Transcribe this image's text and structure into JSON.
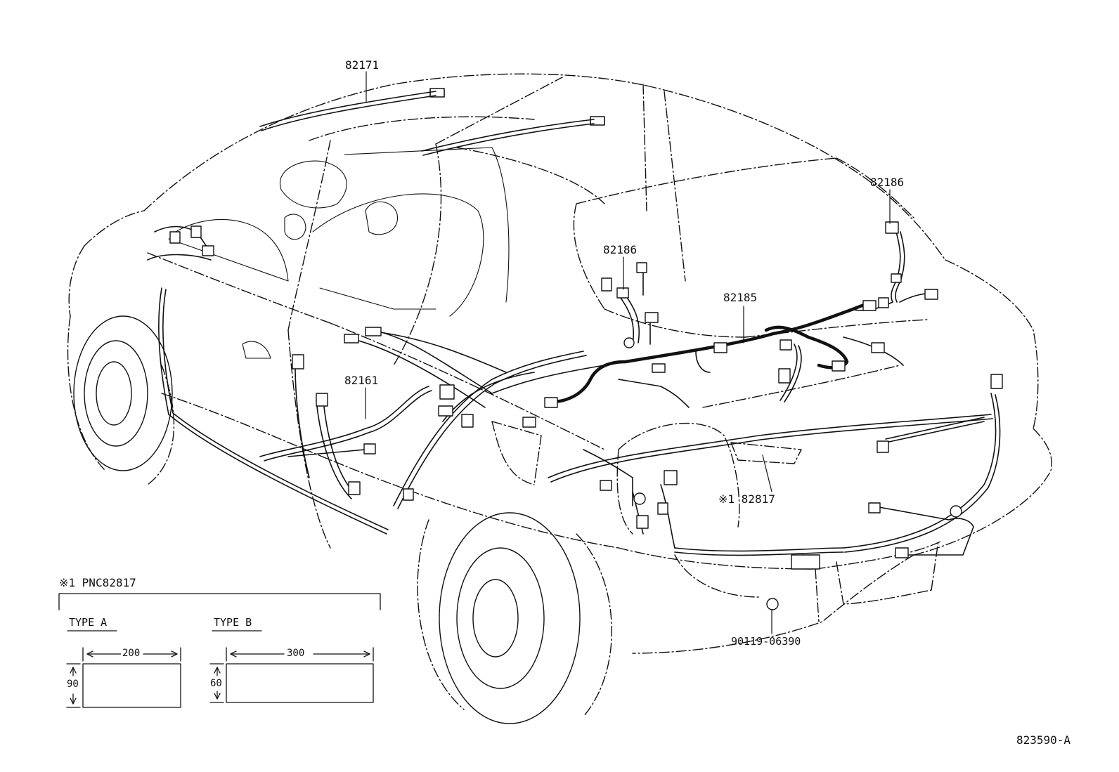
{
  "callouts": {
    "roof_harness": "82171",
    "back_door_wire_right": "82186",
    "back_door_wire_left": "82186",
    "back_door_harness": "82185",
    "floor_harness": "82161",
    "protector": "※1 82817",
    "bolt": "90119-06390"
  },
  "note": {
    "header": "※1 PNC82817",
    "type_a": {
      "label": "TYPE A",
      "width": "200",
      "height": "90"
    },
    "type_b": {
      "label": "TYPE B",
      "width": "300",
      "height": "60"
    }
  },
  "figure_code": "823590-A",
  "colors": {
    "ink": "#111111",
    "paper": "#ffffff"
  }
}
